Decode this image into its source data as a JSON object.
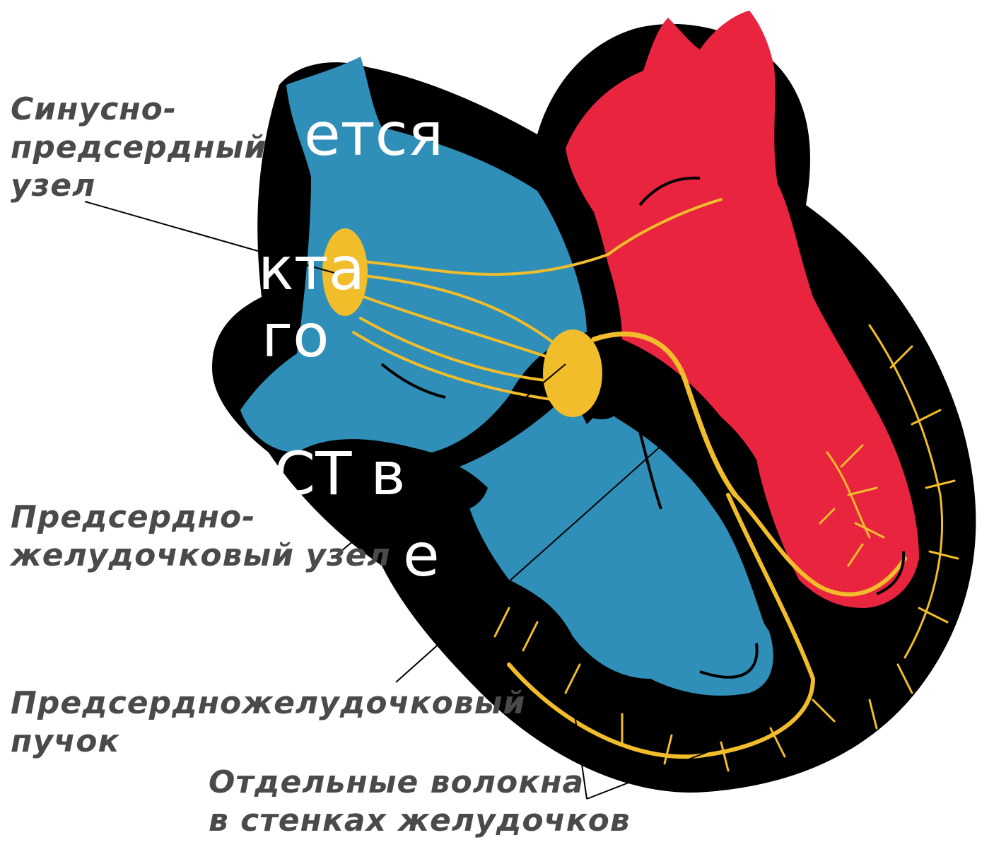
{
  "labels": {
    "sinoatrial_line1": "Синусно-",
    "sinoatrial_line2": "предсердный",
    "sinoatrial_line3": "узел",
    "av_node_line1": "Предсердно-",
    "av_node_line2": "желудочковый узел",
    "av_bundle_line1": "Предсердножелудочковый",
    "av_bundle_line2": "пучок",
    "fibers_line1": "Отдельные волокна",
    "fibers_line2": "в стенках желудочков"
  },
  "overlay_fragments": [
    "ется",
    "кта",
    "го",
    "АСТ в",
    "е"
  ],
  "colors": {
    "heart_outline": "#000000",
    "right_side_blue": "#2f8fb8",
    "left_side_red": "#e8243f",
    "conduction_yellow": "#f2bd2a",
    "label_gray": "#4a4a4a",
    "overlay_text": "#ffffff"
  }
}
